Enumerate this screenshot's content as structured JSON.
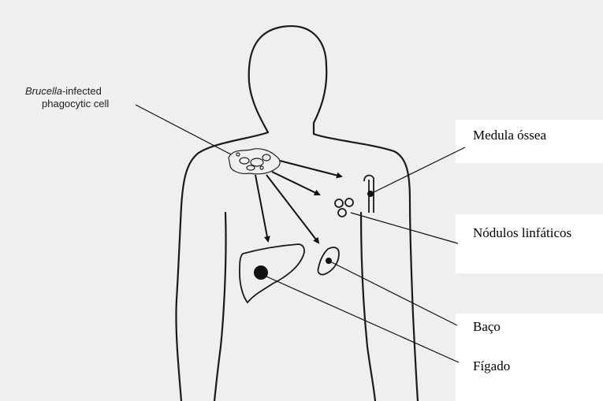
{
  "figure": {
    "infected_cell_label_italic": "Brucella",
    "infected_cell_label_rest": "-infected",
    "infected_cell_label_line2": "phagocytic cell",
    "labels": {
      "bone_marrow": "Medula óssea",
      "lymph_nodes": "Nódulos linfáticos",
      "spleen": "Baço",
      "liver": "Fígado"
    }
  }
}
